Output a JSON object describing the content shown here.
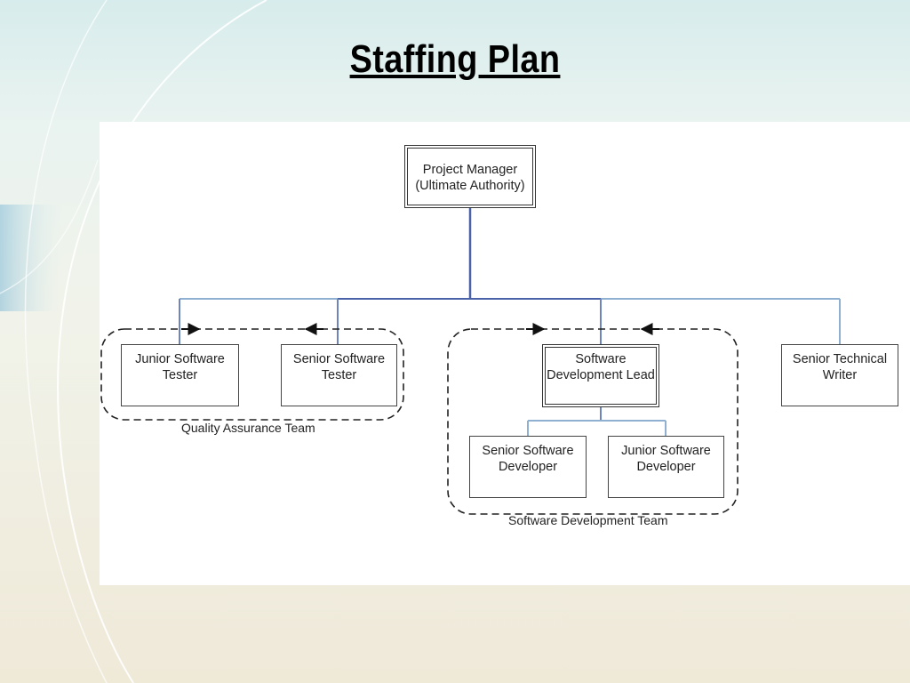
{
  "slide": {
    "title": "Staffing Plan"
  },
  "diagram": {
    "nodes": {
      "project_manager": {
        "line1": "Project Manager",
        "line2": "(Ultimate Authority)"
      },
      "junior_tester": {
        "line1": "Junior Software",
        "line2": "Tester"
      },
      "senior_tester": {
        "line1": "Senior Software",
        "line2": "Tester"
      },
      "dev_lead": {
        "line1": "Software",
        "line2": "Development Lead"
      },
      "tech_writer": {
        "line1": "Senior Technical",
        "line2": "Writer"
      },
      "senior_developer": {
        "line1": "Senior Software",
        "line2": "Developer"
      },
      "junior_developer": {
        "line1": "Junior Software",
        "line2": "Developer"
      }
    },
    "groups": {
      "qa_team": "Quality Assurance Team",
      "dev_team": "Software Development Team"
    }
  },
  "colors": {
    "connector": "#4a63a8",
    "connector_light": "#8fb0d0",
    "border": "#444444"
  }
}
